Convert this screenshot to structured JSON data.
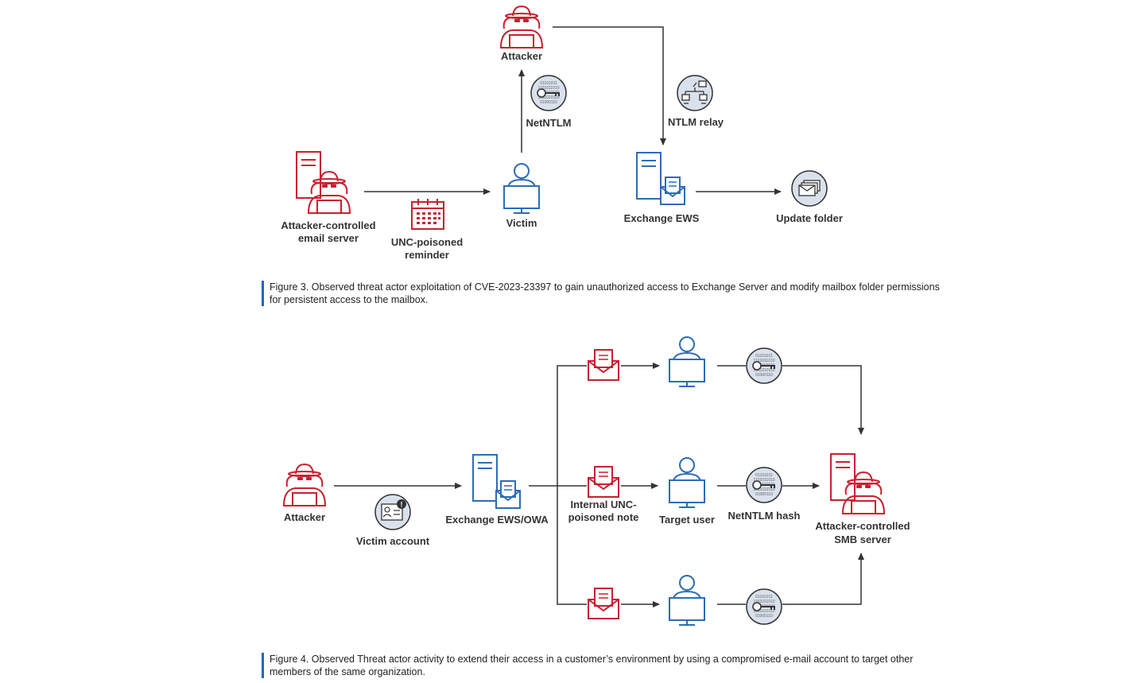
{
  "figure3": {
    "labels": {
      "attacker": "Attacker",
      "netntlm": "NetNTLM",
      "ntlm_relay": "NTLM relay",
      "attacker_email_server_1": "Attacker-controlled",
      "attacker_email_server_2": "email server",
      "unc_reminder_1": "UNC-poisoned",
      "unc_reminder_2": "reminder",
      "victim": "Victim",
      "exchange_ews": "Exchange EWS",
      "update_folder": "Update folder"
    },
    "caption": "Figure 3. Observed threat actor exploitation of CVE-2023-23397 to gain unauthorized access to Exchange Server and modify mailbox folder permissions for persistent access to the mailbox."
  },
  "figure4": {
    "labels": {
      "attacker": "Attacker",
      "victim_account": "Victim account",
      "exchange": "Exchange EWS/OWA",
      "unc_note_1": "Internal UNC-",
      "unc_note_2": "poisoned note",
      "target_user": "Target user",
      "netntlm_hash": "NetNTLM hash",
      "smb_server_1": "Attacker-controlled",
      "smb_server_2": "SMB server"
    },
    "caption": "Figure 4. Observed Threat actor activity to extend their access in a customer’s environment by using a compromised e-mail account to target other members of the same organization."
  },
  "colors": {
    "red": "#c8202f",
    "blue": "#2d6cb6",
    "gray_circle": "#d9e1ec",
    "arrow": "#333333",
    "caption_bar": "#0f6cbd"
  }
}
